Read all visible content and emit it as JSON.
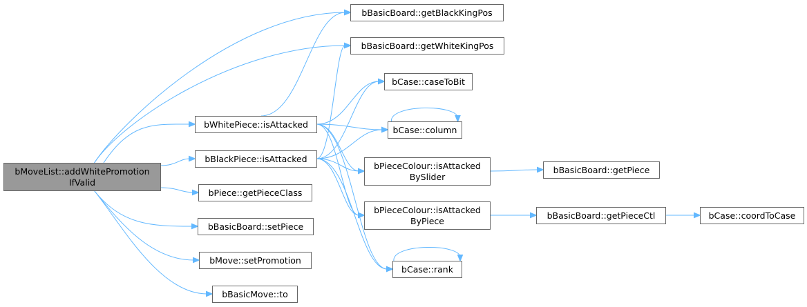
{
  "graph": {
    "nodes": [
      {
        "id": "root",
        "lines": [
          "bMoveList::addWhitePromotion",
          "IfValid"
        ],
        "root": true
      },
      {
        "id": "blackKing",
        "lines": [
          "bBasicBoard::getBlackKingPos"
        ]
      },
      {
        "id": "whiteKing",
        "lines": [
          "bBasicBoard::getWhiteKingPos"
        ]
      },
      {
        "id": "caseToBit",
        "lines": [
          "bCase::caseToBit"
        ]
      },
      {
        "id": "column",
        "lines": [
          "bCase::column"
        ]
      },
      {
        "id": "whiteAttacked",
        "lines": [
          "bWhitePiece::isAttacked"
        ]
      },
      {
        "id": "blackAttacked",
        "lines": [
          "bBlackPiece::isAttacked"
        ]
      },
      {
        "id": "bySlider",
        "lines": [
          "bPieceColour::isAttacked",
          "BySlider"
        ]
      },
      {
        "id": "getPiece",
        "lines": [
          "bBasicBoard::getPiece"
        ]
      },
      {
        "id": "pieceClass",
        "lines": [
          "bPiece::getPieceClass"
        ]
      },
      {
        "id": "byPiece",
        "lines": [
          "bPieceColour::isAttacked",
          "ByPiece"
        ]
      },
      {
        "id": "getPieceCtl",
        "lines": [
          "bBasicBoard::getPieceCtl"
        ]
      },
      {
        "id": "coordToCase",
        "lines": [
          "bCase::coordToCase"
        ]
      },
      {
        "id": "setPiece",
        "lines": [
          "bBasicBoard::setPiece"
        ]
      },
      {
        "id": "setPromotion",
        "lines": [
          "bMove::setPromotion"
        ]
      },
      {
        "id": "rank",
        "lines": [
          "bCase::rank"
        ]
      },
      {
        "id": "to",
        "lines": [
          "bBasicMove::to"
        ]
      }
    ],
    "edges": [
      [
        "root",
        "blackKing"
      ],
      [
        "root",
        "whiteKing"
      ],
      [
        "root",
        "whiteAttacked"
      ],
      [
        "root",
        "blackAttacked"
      ],
      [
        "root",
        "pieceClass"
      ],
      [
        "root",
        "setPiece"
      ],
      [
        "root",
        "setPromotion"
      ],
      [
        "root",
        "to"
      ],
      [
        "whiteAttacked",
        "blackKing"
      ],
      [
        "whiteAttacked",
        "caseToBit"
      ],
      [
        "whiteAttacked",
        "column"
      ],
      [
        "whiteAttacked",
        "bySlider"
      ],
      [
        "whiteAttacked",
        "byPiece"
      ],
      [
        "whiteAttacked",
        "rank"
      ],
      [
        "blackAttacked",
        "whiteKing"
      ],
      [
        "blackAttacked",
        "caseToBit"
      ],
      [
        "blackAttacked",
        "column"
      ],
      [
        "blackAttacked",
        "bySlider"
      ],
      [
        "blackAttacked",
        "byPiece"
      ],
      [
        "blackAttacked",
        "rank"
      ],
      [
        "column",
        "column"
      ],
      [
        "rank",
        "rank"
      ],
      [
        "bySlider",
        "getPiece"
      ],
      [
        "byPiece",
        "getPieceCtl"
      ],
      [
        "getPieceCtl",
        "coordToCase"
      ]
    ],
    "colors": {
      "edge": "#63b8ff",
      "root_fill": "#999999",
      "border": "#666666"
    }
  }
}
